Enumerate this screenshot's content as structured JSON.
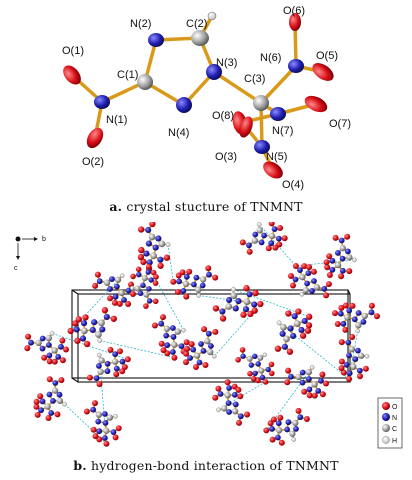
{
  "panel_a": {
    "caption_letter": "a.",
    "caption_text": "crystal stucture of TNMNT",
    "atom_labels": [
      "N(2)",
      "C(2)",
      "O(6)",
      "O(1)",
      "N(6)",
      "O(5)",
      "C(1)",
      "N(3)",
      "C(3)",
      "N(1)",
      "O(8)",
      "N(4)",
      "N(7)",
      "O(7)",
      "O(2)",
      "O(3)",
      "N(5)",
      "O(4)"
    ]
  },
  "panel_b": {
    "caption_letter": "b.",
    "caption_text": "hydrogen-bond interaction of TNMNT",
    "axis_b": "b",
    "axis_c": "c",
    "legend": [
      "O",
      "N",
      "C",
      "H"
    ]
  },
  "colors": {
    "oxygen": "#e0121b",
    "nitrogen": "#1d1da8",
    "carbon": "#9a9a9a",
    "hydrogen": "#e8e8e8",
    "bond": "#d99a1a",
    "hbond": "#2bb7c9",
    "cell": "#111111"
  }
}
